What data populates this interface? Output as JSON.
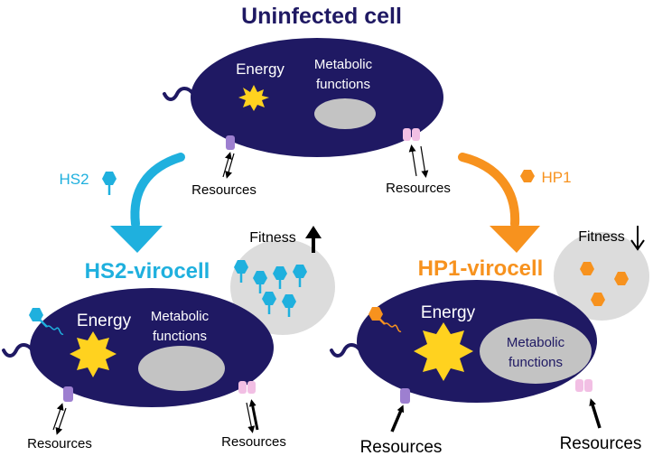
{
  "colors": {
    "cell": "#1f1963",
    "title": "#1f1963",
    "hs2": "#1fb0de",
    "hp1": "#f7921e",
    "energy": "#ffd21f",
    "metabolic": "#c3c3c3",
    "bubble": "#dcdcdc",
    "transporter_purple": "#9d7fd0",
    "transporter_pink": "#f2bfe4"
  },
  "uninfected": {
    "title": "Uninfected cell",
    "energy_label": "Energy",
    "metabolic_label_line1": "Metabolic",
    "metabolic_label_line2": "functions",
    "resources_left": "Resources",
    "resources_right": "Resources"
  },
  "hs2": {
    "virus_label": "HS2",
    "title": "HS2-virocell",
    "fitness_label": "Fitness",
    "fitness_trend": "up",
    "energy_label": "Energy",
    "metabolic_label_line1": "Metabolic",
    "metabolic_label_line2": "functions",
    "resources_left": "Resources",
    "resources_right": "Resources"
  },
  "hp1": {
    "virus_label": "HP1",
    "title": "HP1-virocell",
    "fitness_label": "Fitness",
    "fitness_trend": "down",
    "energy_label": "Energy",
    "metabolic_label_line1": "Metabolic",
    "metabolic_label_line2": "functions",
    "resources_left": "Resources",
    "resources_right": "Resources"
  },
  "icons": {
    "energy": "energy-starburst-icon",
    "virus": "virus-particle-icon",
    "transporter": "membrane-transporter-icon",
    "flagellum": "flagellum-icon"
  }
}
